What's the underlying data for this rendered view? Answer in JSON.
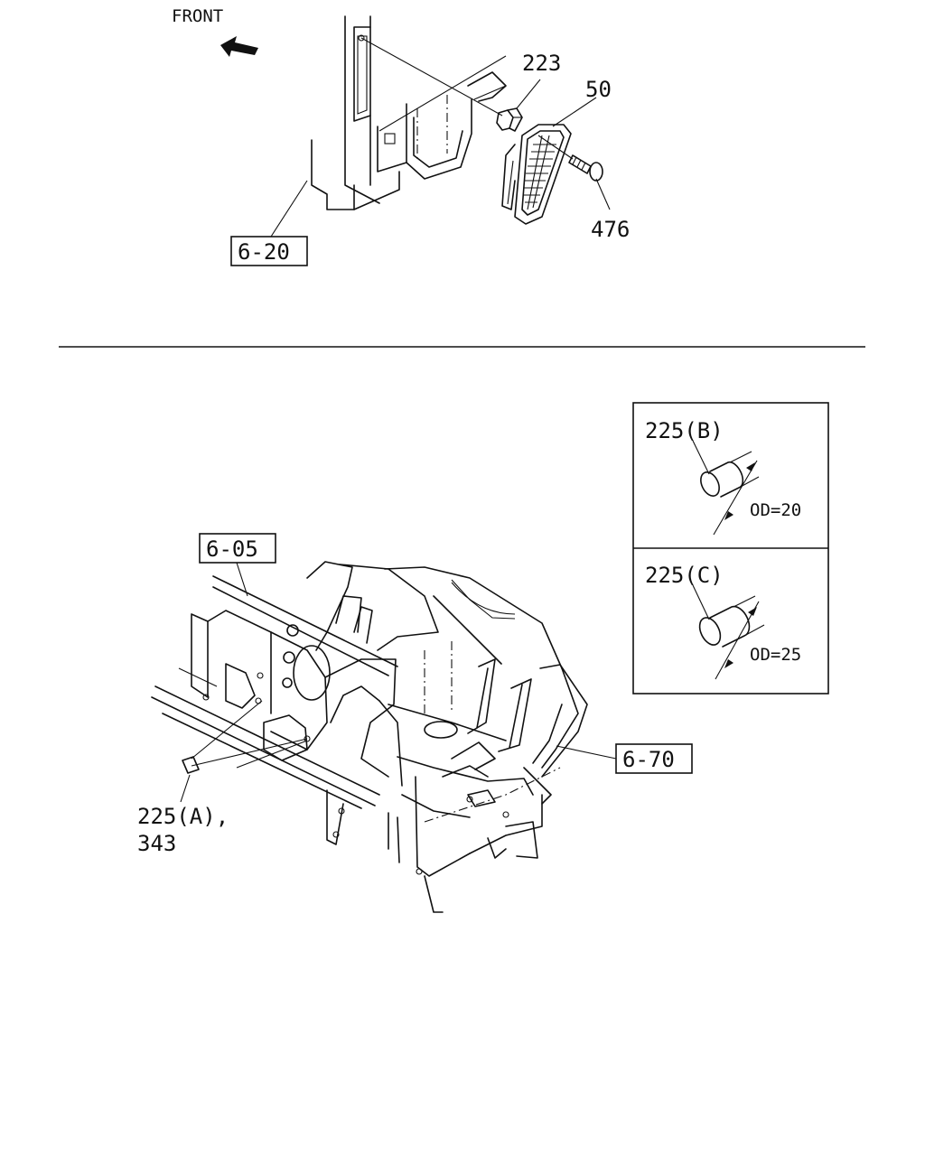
{
  "orientation": {
    "front_label": "FRONT"
  },
  "top_view": {
    "callouts": {
      "part_223": "223",
      "part_50": "50",
      "part_476": "476"
    },
    "ref_box": "6-20"
  },
  "bottom_view": {
    "ref_box_upper": "6-05",
    "ref_box_right": "6-70",
    "callout_a_line1": "225(A),",
    "callout_a_line2": "343"
  },
  "detail_panels": [
    {
      "part_label": "225(B)",
      "dimension": "OD=20"
    },
    {
      "part_label": "225(C)",
      "dimension": "OD=25"
    }
  ]
}
